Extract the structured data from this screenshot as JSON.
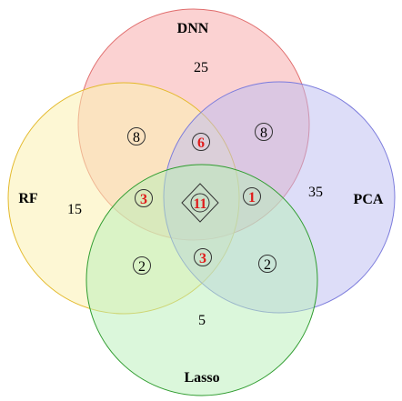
{
  "diagram": {
    "type": "venn-4",
    "sets": [
      {
        "id": "dnn",
        "label": "DNN",
        "fill": "#f7a6a6",
        "stroke": "#e06c6c"
      },
      {
        "id": "rf",
        "label": "RF",
        "fill": "#fbf0b0",
        "stroke": "#e3b92a"
      },
      {
        "id": "pca",
        "label": "PCA",
        "fill": "#bcbcf2",
        "stroke": "#7b7bdc"
      },
      {
        "id": "lasso",
        "label": "Lasso",
        "fill": "#b7f0b7",
        "stroke": "#2f9c2f"
      }
    ],
    "regions": {
      "dnn_only": "25",
      "rf_only": "15",
      "pca_only": "35",
      "lasso_only": "5",
      "dnn_rf": "8",
      "dnn_pca": "8",
      "dnn_rf_pca": "6",
      "rf_lasso": "2",
      "pca_lasso": "2",
      "dnn_rf_lasso": "3",
      "dnn_pca_lasso": "1",
      "rf_pca_lasso": "3",
      "all_four": "11"
    },
    "colors": {
      "highlight": "#e01b1b",
      "text": "#000000"
    }
  }
}
